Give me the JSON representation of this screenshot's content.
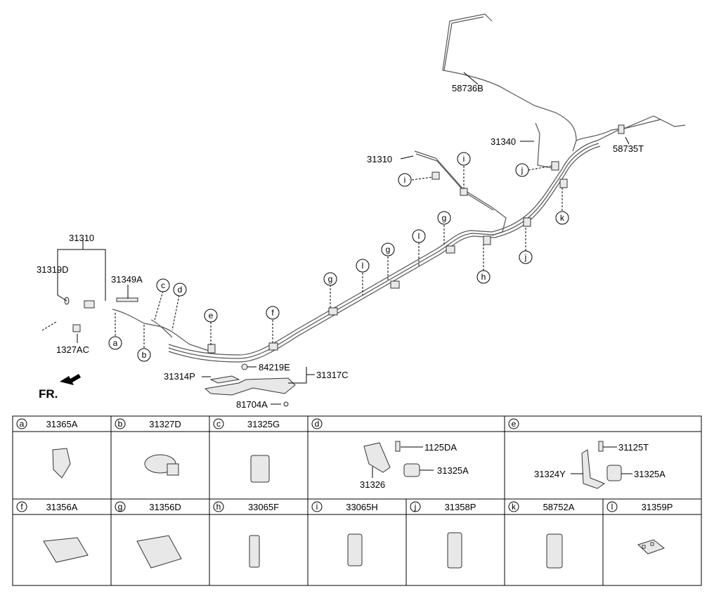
{
  "diagram": {
    "front_label": "FR.",
    "parts": {
      "p58736B": "58736B",
      "p58735T": "58735T",
      "p31340": "31340",
      "p31310_right": "31310",
      "p31310_left": "31310",
      "p31319D": "31319D",
      "p31349A": "31349A",
      "p1327AC": "1327AC",
      "p84219E": "84219E",
      "p31317C": "31317C",
      "p31314P": "31314P",
      "p81704A": "81704A"
    },
    "callouts": {
      "a": "a",
      "b": "b",
      "c": "c",
      "d": "d",
      "e": "e",
      "f": "f",
      "g1": "g",
      "g2": "g",
      "g3": "g",
      "h": "h",
      "i1": "i",
      "i2": "i",
      "j1": "j",
      "j2": "j",
      "k": "k",
      "l1": "l",
      "l2": "l"
    }
  },
  "legend": {
    "row1": [
      {
        "letter": "a",
        "part": "31365A"
      },
      {
        "letter": "b",
        "part": "31327D"
      },
      {
        "letter": "c",
        "part": "31325G"
      },
      {
        "letter": "d",
        "part": "",
        "sub": [
          "1125DA",
          "31326",
          "31325A"
        ]
      },
      {
        "letter": "e",
        "part": "",
        "sub": [
          "31125T",
          "31324Y",
          "31325A"
        ]
      }
    ],
    "row2": [
      {
        "letter": "f",
        "part": "31356A"
      },
      {
        "letter": "g",
        "part": "31356D"
      },
      {
        "letter": "h",
        "part": "33065F"
      },
      {
        "letter": "i",
        "part": "33065H"
      },
      {
        "letter": "j",
        "part": "31358P"
      },
      {
        "letter": "k",
        "part": "58752A"
      },
      {
        "letter": "l",
        "part": "31359P"
      }
    ]
  }
}
